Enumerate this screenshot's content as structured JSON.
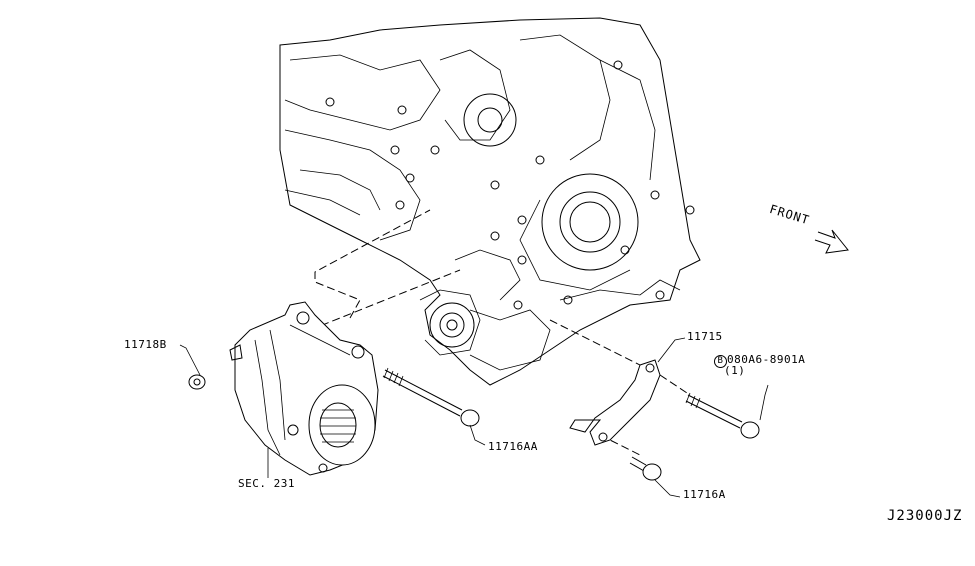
{
  "diagram": {
    "title": "Alternator mounting diagram",
    "reference_code": "J23000JZ",
    "front_label": "FRONT",
    "parts": [
      {
        "id": "nut",
        "label": "11718B",
        "description": "alternator nut"
      },
      {
        "id": "alternator",
        "label": "SEC. 231",
        "description": "alternator assembly"
      },
      {
        "id": "long-bolt",
        "label": "11716AA",
        "description": "alternator long bolt"
      },
      {
        "id": "bracket",
        "label": "11715",
        "description": "alternator bracket"
      },
      {
        "id": "bracket-bolt",
        "label": "080A6-8901A",
        "prefix": "B",
        "qty": "(1)",
        "description": "bracket bolt"
      },
      {
        "id": "short-bolt",
        "label": "11716A",
        "description": "alternator short bolt"
      }
    ]
  }
}
